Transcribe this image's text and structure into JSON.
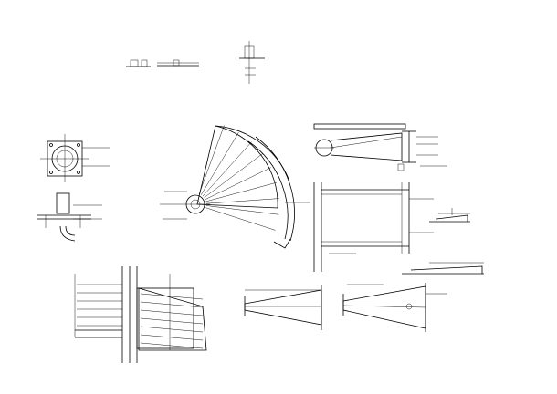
{
  "drawing": {
    "background": "#ffffff",
    "line_color": "#000000",
    "watermark_color": "#c9c9c9",
    "views": [
      {
        "id": "top-detail-a",
        "label": ""
      },
      {
        "id": "top-detail-b",
        "label": ""
      },
      {
        "id": "base-plate-plan",
        "label": ""
      },
      {
        "id": "base-plate-section",
        "label": ""
      },
      {
        "id": "spiral-stair-plan",
        "label": ""
      },
      {
        "id": "stringer-elevation",
        "label": ""
      },
      {
        "id": "column-elevation",
        "label": ""
      },
      {
        "id": "small-bar-detail",
        "label": ""
      },
      {
        "id": "stair-side-elevation",
        "label": ""
      },
      {
        "id": "tapered-beam-a",
        "label": ""
      },
      {
        "id": "tapered-beam-b",
        "label": ""
      }
    ],
    "watermark": ""
  }
}
